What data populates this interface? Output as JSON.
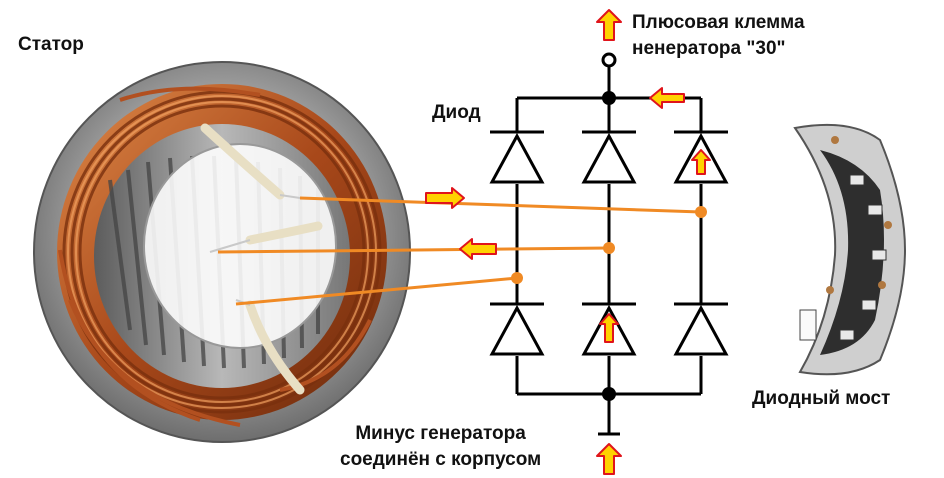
{
  "labels": {
    "stator": "Статор",
    "diode": "Диод",
    "plus_line1": "Плюсовая клемма",
    "plus_line2": "ненератора \"30\"",
    "minus_line1": "Минус генератора",
    "minus_line2": "соединён с корпусом",
    "diode_bridge": "Диодный мост"
  },
  "colors": {
    "wire": "#000000",
    "phase_line": "#f08a24",
    "arrow_fill": "#ffd200",
    "arrow_stroke": "#e0141b",
    "copper": "#b5541c",
    "steel": "#8a8a8a"
  },
  "icons": {
    "current_arrow": "arrow-icon",
    "terminal": "terminal-circle-icon"
  }
}
